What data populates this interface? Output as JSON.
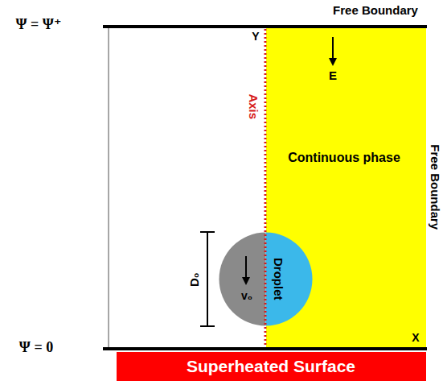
{
  "diagram": {
    "nodes": [
      {
        "text": [
          "Continuous phase"
        ]
      },
      {
        "text": [
          "Droplet"
        ]
      },
      {
        "text": [
          "Superheated Surface"
        ]
      }
    ],
    "labels": [
      "Ψ = Ψ⁺",
      "Free Boundary",
      "Y",
      "E",
      "Axis",
      "Free Boundary",
      "D₀",
      "v₀",
      "Ψ = 0",
      "X"
    ]
  }
}
